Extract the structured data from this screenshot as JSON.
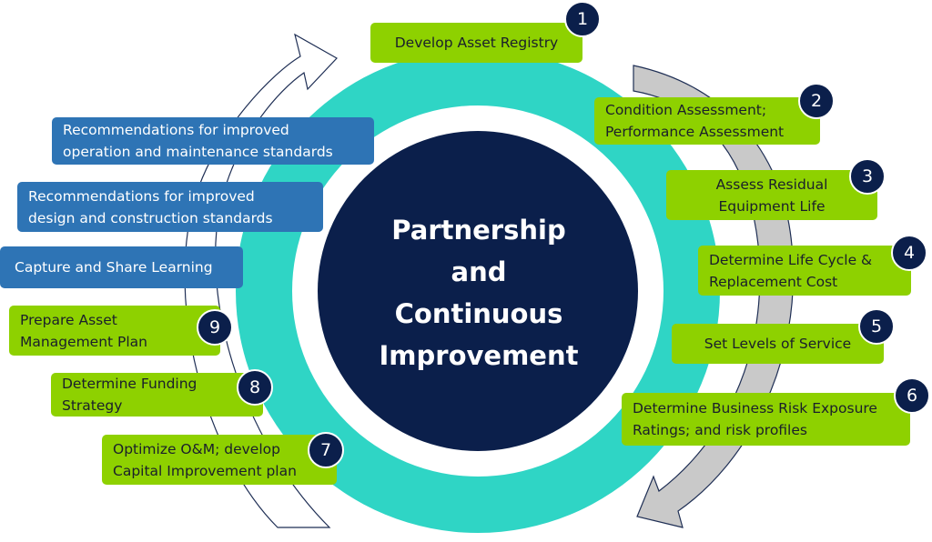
{
  "center": {
    "lines": [
      "Partnership",
      "and",
      "Continuous",
      "Improvement"
    ]
  },
  "steps": [
    {
      "num": "1",
      "lines": [
        "Develop Asset Registry"
      ]
    },
    {
      "num": "2",
      "lines": [
        "Condition Assessment;",
        "Performance Assessment"
      ]
    },
    {
      "num": "3",
      "lines": [
        "Assess Residual",
        "Equipment Life"
      ]
    },
    {
      "num": "4",
      "lines": [
        "Determine Life Cycle &",
        "Replacement Cost"
      ]
    },
    {
      "num": "5",
      "lines": [
        "Set Levels of Service"
      ]
    },
    {
      "num": "6",
      "lines": [
        "Determine Business Risk Exposure",
        "Ratings; and risk profiles"
      ]
    },
    {
      "num": "7",
      "lines": [
        "Optimize O&M; develop",
        "Capital Improvement plan"
      ]
    },
    {
      "num": "8",
      "lines": [
        "Determine Funding",
        "Strategy"
      ]
    },
    {
      "num": "9",
      "lines": [
        "Prepare Asset",
        "Management Plan"
      ]
    }
  ],
  "outcomes": [
    {
      "lines": [
        "Recommendations for improved",
        "operation and maintenance standards"
      ]
    },
    {
      "lines": [
        "Recommendations for improved",
        "design and construction standards"
      ]
    },
    {
      "lines": [
        "Capture and Share Learning"
      ]
    }
  ],
  "colors": {
    "ring": "#2fd5c5",
    "center_circle": "#0b1f4b",
    "step_box": "#8ed100",
    "outcome_box": "#2e74b5",
    "arrow_fill": "#c9c9c9",
    "badge": "#0b1f4b"
  }
}
